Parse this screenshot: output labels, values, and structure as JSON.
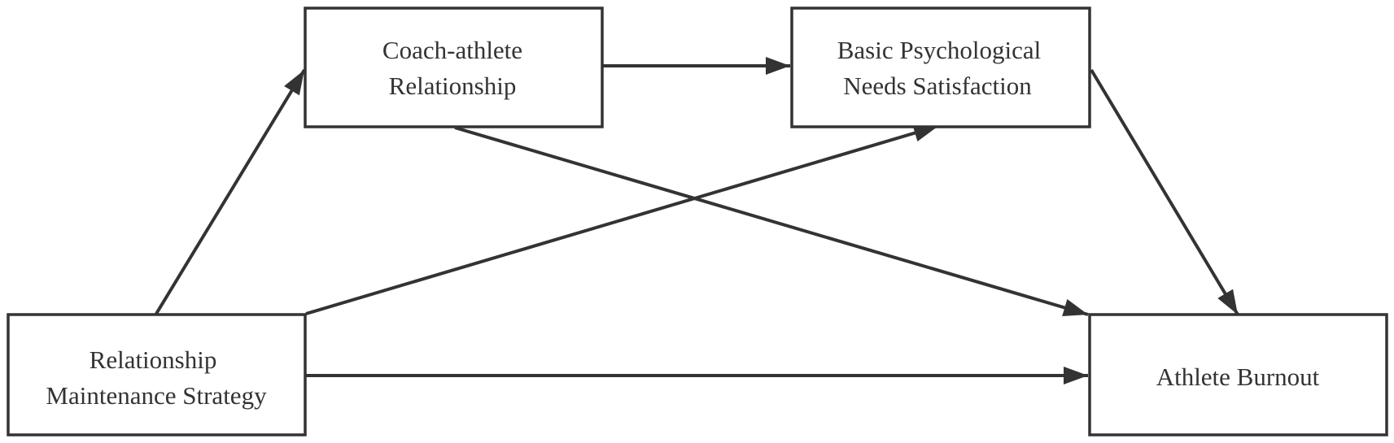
{
  "diagram": {
    "nodes": {
      "rms": {
        "line1": "Relationship",
        "line2": "Maintenance Strategy"
      },
      "car": {
        "line1": "Coach-athlete",
        "line2": "Relationship"
      },
      "bpns": {
        "line1": "Basic Psychological",
        "line2": "Needs Satisfaction"
      },
      "ab": {
        "line1": "Athlete Burnout"
      }
    },
    "edges": [
      {
        "from": "rms",
        "to": "car"
      },
      {
        "from": "rms",
        "to": "bpns"
      },
      {
        "from": "rms",
        "to": "ab"
      },
      {
        "from": "car",
        "to": "bpns"
      },
      {
        "from": "car",
        "to": "ab"
      },
      {
        "from": "bpns",
        "to": "ab"
      }
    ],
    "colors": {
      "stroke": "#333333",
      "fill": "#ffffff",
      "text": "#333333"
    }
  }
}
